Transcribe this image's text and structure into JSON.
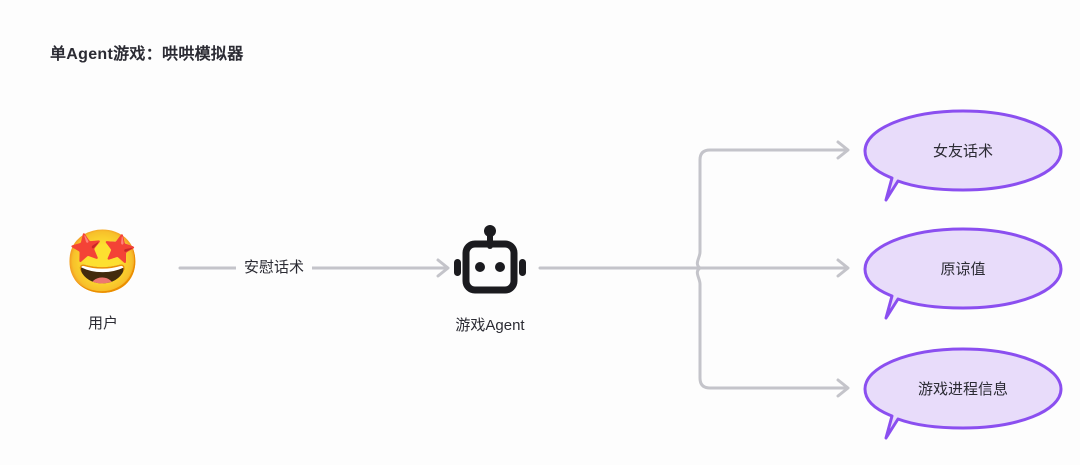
{
  "diagram": {
    "title": "单Agent游戏：哄哄模拟器",
    "background_color": "#fdfdfd",
    "text_color": "#2b2b33",
    "connector_color": "#c4c4ca",
    "bubble_stroke": "#8b4ff0",
    "bubble_fill": "#e8dcfa"
  },
  "nodes": {
    "user": {
      "icon": "face-with-heart-eyes-tongue-emoji",
      "emoji": "🤩",
      "label": "用户"
    },
    "agent": {
      "icon": "robot-icon",
      "label": "游戏Agent"
    }
  },
  "edges": {
    "user_to_agent": {
      "label": "安慰话术"
    }
  },
  "outputs": [
    {
      "label": "女友话术"
    },
    {
      "label": "原谅值"
    },
    {
      "label": "游戏进程信息"
    }
  ]
}
